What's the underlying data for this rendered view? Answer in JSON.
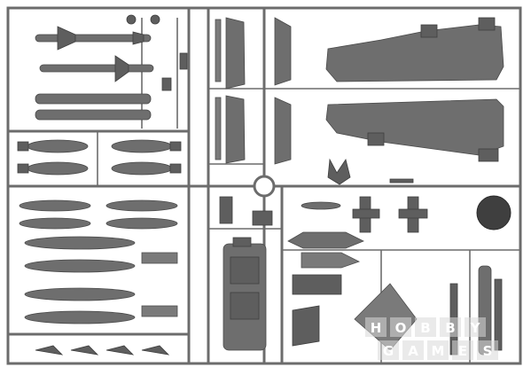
{
  "watermark": {
    "line1": [
      "H",
      "O",
      "B",
      "B",
      "Y"
    ],
    "line2": [
      "G",
      "A",
      "M",
      "E",
      "S"
    ]
  },
  "colors": {
    "plastic": "#6e6e6e",
    "runner": "#6c6c6c",
    "background": "#ffffff"
  }
}
